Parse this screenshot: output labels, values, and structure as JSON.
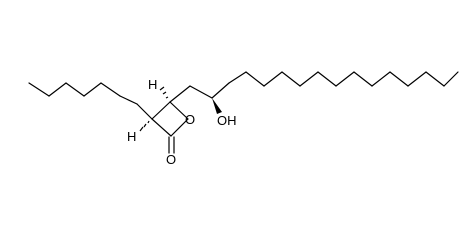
{
  "molecule": {
    "atoms": {
      "ring_oxygen": "O",
      "carbonyl_oxygen": "O",
      "hydroxyl": "OH",
      "h_c3": "H",
      "h_c4": "H"
    }
  }
}
